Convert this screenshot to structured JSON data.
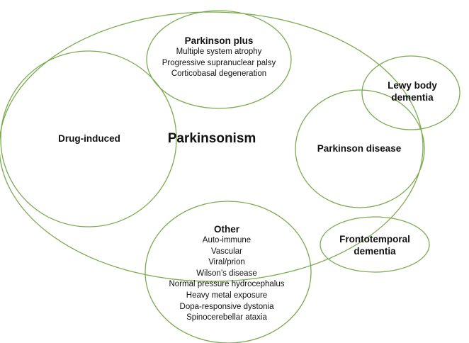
{
  "diagram": {
    "parkinsonism": {
      "label": "Parkinsonism"
    },
    "drug_induced": {
      "label": "Drug-induced"
    },
    "parkinson_plus": {
      "title": "Parkinson plus",
      "items": [
        "Multiple system atrophy",
        "Progressive supranuclear palsy",
        "Corticobasal degeneration"
      ]
    },
    "lewy_body": {
      "line1": "Lewy body",
      "line2": "dementia"
    },
    "parkinson_disease": {
      "label": "Parkinson disease"
    },
    "other": {
      "title": "Other",
      "items": [
        "Auto-immune",
        "Vascular",
        "Viral/prion",
        "Wilson’s disease",
        "Normal pressure hydrocephalus",
        "Heavy metal exposure",
        "Dopa-responsive dystonia",
        "Spinocerebellar ataxia"
      ]
    },
    "frontotemporal": {
      "line1": "Frontotemporal",
      "line2": "dementia"
    },
    "colors": {
      "stroke": "#7aab4e",
      "text": "#111111"
    }
  }
}
